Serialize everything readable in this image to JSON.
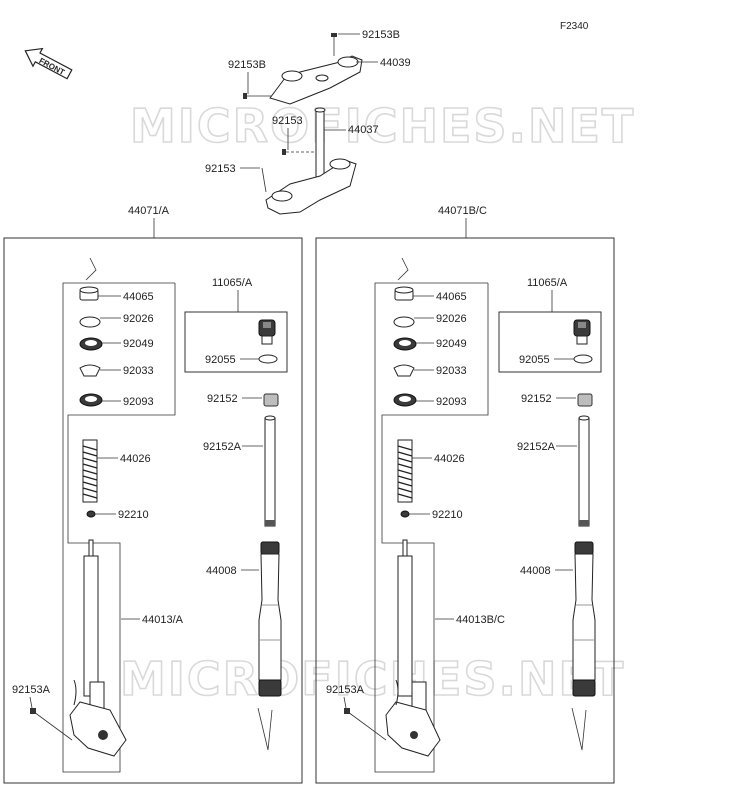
{
  "diagram": {
    "code": "F2340",
    "front_label": "FRONT",
    "watermark": "MICROFICHES.NET",
    "top": {
      "bolt_top_right": "92153B",
      "bolt_top_left": "92153B",
      "upper_clamp": "44039",
      "stem_bolt": "92153",
      "stem": "44037",
      "lower_bolt": "92153"
    },
    "left_assy": {
      "title": "44071/A",
      "cap": "44065",
      "oring": "92026",
      "seal": "92049",
      "clip": "92033",
      "dust_seal": "92093",
      "spring": "44026",
      "nut": "92210",
      "tube": "44013/A",
      "bolt": "92153A",
      "adjuster_group": "11065/A",
      "adjuster_oring": "92055",
      "bushing_top": "92152",
      "bushing": "92152A",
      "outer_tube": "44008"
    },
    "right_assy": {
      "title": "44071B/C",
      "cap": "44065",
      "oring": "92026",
      "seal": "92049",
      "clip": "92033",
      "dust_seal": "92093",
      "spring": "44026",
      "nut": "92210",
      "tube": "44013B/C",
      "bolt": "92153A",
      "adjuster_group": "11065/A",
      "adjuster_oring": "92055",
      "bushing_top": "92152",
      "bushing": "92152A",
      "outer_tube": "44008"
    }
  }
}
